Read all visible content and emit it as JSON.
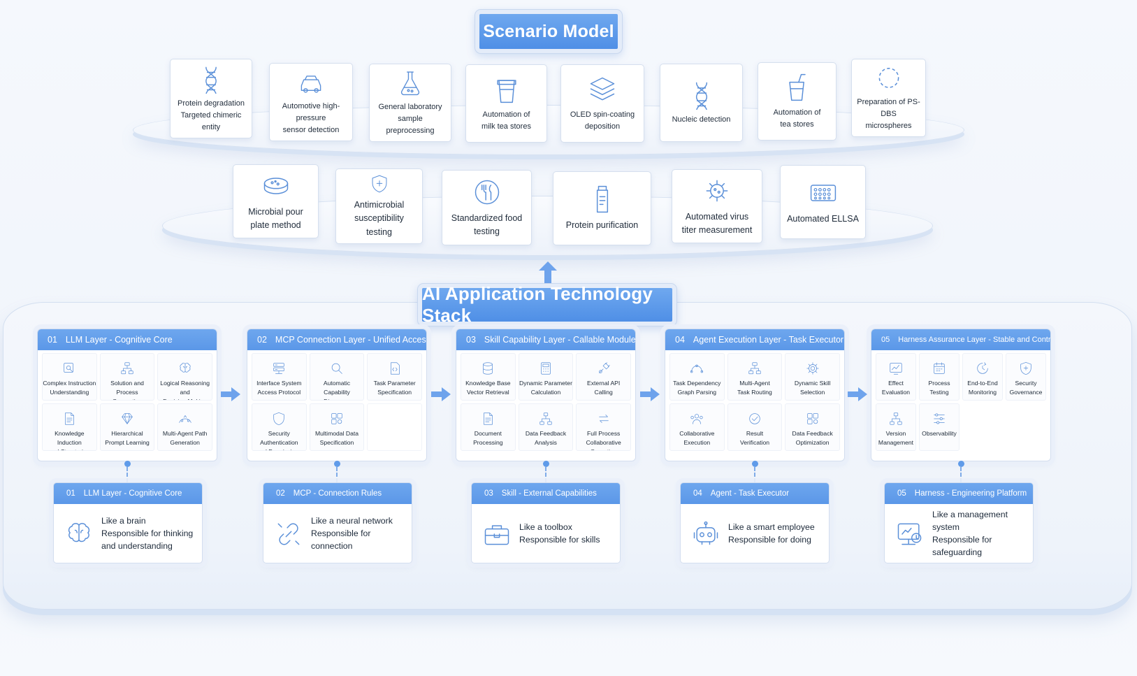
{
  "scenario_title": "Scenario Model",
  "stack_title": "AI Application Technology Stack",
  "scenarios_row1": [
    {
      "label": "Protein degradation\nTargeted chimeric entity",
      "icon": "dna-icon"
    },
    {
      "label": "Automotive high-pressure\nsensor detection",
      "icon": "car-icon"
    },
    {
      "label": "General laboratory\nsample preprocessing",
      "icon": "flask-icon"
    },
    {
      "label": "Automation of\nmilk tea stores",
      "icon": "cup-icon"
    },
    {
      "label": "OLED spin-coating\ndeposition",
      "icon": "layers-icon"
    },
    {
      "label": "Nucleic detection",
      "icon": "dna-icon"
    },
    {
      "label": "Automation of\ntea stores",
      "icon": "drink-icon"
    },
    {
      "label": "Preparation of PS-DBS\nmicrospheres",
      "icon": "dashed-circle-icon"
    }
  ],
  "scenarios_row2": [
    {
      "label": "Microbial pour\nplate method",
      "icon": "petri-dish-icon"
    },
    {
      "label": "Antimicrobial\nsusceptibility testing",
      "icon": "shield-plus-icon"
    },
    {
      "label": "Standardized food\ntesting",
      "icon": "fork-knife-icon"
    },
    {
      "label": "Protein purification",
      "icon": "bottle-icon"
    },
    {
      "label": "Automated virus\ntiter measurement",
      "icon": "virus-icon"
    },
    {
      "label": "Automated ELLSA",
      "icon": "well-plate-icon"
    }
  ],
  "layers": [
    {
      "num": "01",
      "title": "LLM Layer - Cognitive Core",
      "items": [
        {
          "label": "Complex Instruction\nUnderstanding",
          "icon": "search-doc-icon"
        },
        {
          "label": "Solution and Process\nGeneration",
          "icon": "flow-icon"
        },
        {
          "label": "Logical Reasoning and\nDecision Making",
          "icon": "brain-icon"
        },
        {
          "label": "Knowledge Induction\nand Structuring",
          "icon": "document-icon"
        },
        {
          "label": "Hierarchical\nPrompt Learning",
          "icon": "diamond-icon"
        },
        {
          "label": "Multi-Agent Path\nGeneration",
          "icon": "route-icon"
        }
      ]
    },
    {
      "num": "02",
      "title": "MCP Connection Layer - Unified Access",
      "items": [
        {
          "label": "Interface System\nAccess Protocol",
          "icon": "server-icon"
        },
        {
          "label": "Automatic\nCapability Discovery",
          "icon": "search-icon"
        },
        {
          "label": "Task Parameter\nSpecification",
          "icon": "code-file-icon"
        },
        {
          "label": "Security Authentication\nand Permissions",
          "icon": "shield-icon"
        },
        {
          "label": "Multimodal Data\nSpecification",
          "icon": "data-icon"
        },
        {
          "label": "",
          "icon": ""
        }
      ]
    },
    {
      "num": "03",
      "title": "Skill Capability Layer - Callable Modules",
      "items": [
        {
          "label": "Knowledge Base\nVector Retrieval",
          "icon": "database-icon"
        },
        {
          "label": "Dynamic Parameter\nCalculation",
          "icon": "calculator-icon"
        },
        {
          "label": "External API\nCalling",
          "icon": "plug-icon"
        },
        {
          "label": "Document\nProcessing",
          "icon": "document-icon"
        },
        {
          "label": "Data Feedback\nAnalysis",
          "icon": "hierarchy-icon"
        },
        {
          "label": "Full Process\nCollaborative Operation",
          "icon": "sync-icon"
        }
      ]
    },
    {
      "num": "04",
      "title": "Agent Execution Layer - Task Executor",
      "items": [
        {
          "label": "Task Dependency\nGraph Parsing",
          "icon": "graph-icon"
        },
        {
          "label": "Multi-Agent\nTask Routing",
          "icon": "flow-icon"
        },
        {
          "label": "Dynamic Skill\nSelection",
          "icon": "gear-icon"
        },
        {
          "label": "Collaborative\nExecution",
          "icon": "users-icon"
        },
        {
          "label": "Result\nVerification",
          "icon": "check-circle-icon"
        },
        {
          "label": "Data Feedback\nOptimization",
          "icon": "data-icon"
        }
      ]
    },
    {
      "num": "05",
      "title": "Harness Assurance Layer - Stable and Controllable",
      "items": [
        {
          "label": "Effect\nEvaluation",
          "icon": "chart-icon"
        },
        {
          "label": "Process\nTesting",
          "icon": "calendar-icon"
        },
        {
          "label": "End-to-End\nMonitoring",
          "icon": "monitor-icon"
        },
        {
          "label": "Security\nGovernance",
          "icon": "shield-plus-icon"
        },
        {
          "label": "Version\nManagement",
          "icon": "hierarchy-icon"
        },
        {
          "label": "Observability",
          "icon": "sliders-icon"
        }
      ]
    }
  ],
  "analogies": [
    {
      "num": "01",
      "title": "LLM Layer - Cognitive Core",
      "text": "Like a brain\nResponsible for thinking\nand understanding",
      "icon": "brain-icon"
    },
    {
      "num": "02",
      "title": "MCP - Connection Rules",
      "text": "Like a neural network\nResponsible for\nconnection",
      "icon": "link-icon"
    },
    {
      "num": "03",
      "title": "Skill - External Capabilities",
      "text": "Like a toolbox\nResponsible for skills",
      "icon": "toolbox-icon"
    },
    {
      "num": "04",
      "title": "Agent - Task Executor",
      "text": "Like a smart employee\nResponsible for doing",
      "icon": "robot-icon"
    },
    {
      "num": "05",
      "title": "Harness - Engineering Platform",
      "text": "Like a management system\nResponsible for\nsafeguarding",
      "icon": "dashboard-icon"
    }
  ],
  "colors": {
    "accent": "#5b97e8",
    "icon": "#5a8fd8"
  }
}
